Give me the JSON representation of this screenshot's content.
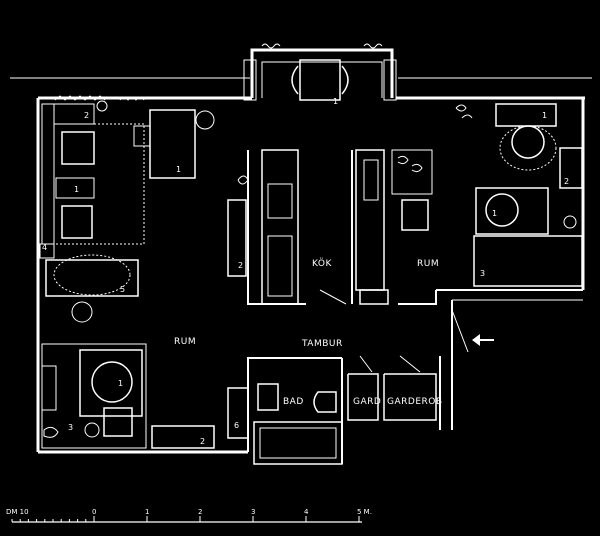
{
  "rooms": {
    "rum_main": "RUM",
    "kok": "KÖK",
    "rum_small": "RUM",
    "tambur": "TAMBUR",
    "bad": "BAD",
    "gard": "GARD",
    "garderob": "GARDEROB"
  },
  "furniture_numbers": {
    "balcony_table": "1",
    "desk_left": "2",
    "desk": "1",
    "side_table": "1",
    "shelf": "4",
    "sofa": "5",
    "round_table_left": "1",
    "bed_left": "3",
    "bench_left": "2",
    "cabinet_bath": "6",
    "kitchen_counter": "2",
    "right_chair": "1",
    "right_cabinet": "2",
    "right_round_table": "1",
    "right_bed": "3"
  },
  "scale_bar": {
    "prefix": "DM 10",
    "ticks": [
      "0",
      "1",
      "2",
      "3",
      "4",
      "5 M."
    ]
  },
  "entrance_arrow": "arrow-left-icon"
}
